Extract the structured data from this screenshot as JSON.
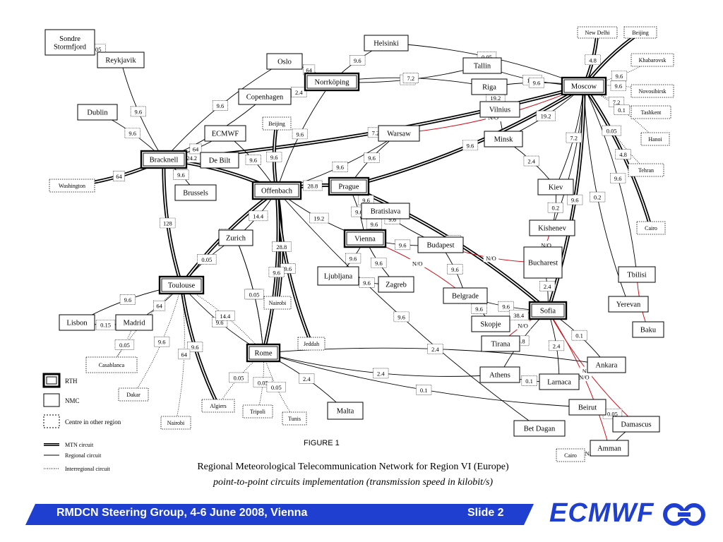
{
  "figure_label": "FIGURE 1",
  "caption": {
    "title": "Regional Meteorological Telecommunication Network for Region VI (Europe)",
    "subtitle": "point-to-point circuits implementation (transmission speed in kilobit/s)"
  },
  "footer": {
    "text": "RMDCN Steering Group, 4-6 June 2008, Vienna",
    "slide": "Slide 2",
    "brand": "ECMWF"
  },
  "legend": {
    "rth": "RTH",
    "nmc": "NMC",
    "other": "Centre in other region",
    "mtn": "MTN circuit",
    "regional": "Regional circuit",
    "interregional": "Interregional circuit"
  },
  "colors": {
    "no_link": "#d0101a",
    "footer": "#1f3fd0",
    "line": "#000000"
  },
  "nodes": [
    {
      "id": "sondre",
      "label": "Sondre\nStormfjord",
      "type": "nmc"
    },
    {
      "id": "reykjavik",
      "label": "Reykjavik",
      "type": "nmc"
    },
    {
      "id": "dublin",
      "label": "Dublin",
      "type": "nmc"
    },
    {
      "id": "washington",
      "label": "Washington",
      "type": "other"
    },
    {
      "id": "bracknell",
      "label": "Bracknell",
      "type": "rth"
    },
    {
      "id": "debilt",
      "label": "De Bilt",
      "type": "nmc"
    },
    {
      "id": "ecmwf",
      "label": "ECMWF",
      "type": "nmc"
    },
    {
      "id": "brussels",
      "label": "Brussels",
      "type": "nmc"
    },
    {
      "id": "oslo",
      "label": "Oslo",
      "type": "nmc"
    },
    {
      "id": "copenhagen",
      "label": "Copenhagen",
      "type": "nmc"
    },
    {
      "id": "norrkoping",
      "label": "Norrköping",
      "type": "rth"
    },
    {
      "id": "helsinki",
      "label": "Helsinki",
      "type": "nmc"
    },
    {
      "id": "beijing_left",
      "label": "Beijing",
      "type": "other"
    },
    {
      "id": "offenbach",
      "label": "Offenbach",
      "type": "rth"
    },
    {
      "id": "prague",
      "label": "Prague",
      "type": "rth"
    },
    {
      "id": "warsaw",
      "label": "Warsaw",
      "type": "nmc"
    },
    {
      "id": "tallin",
      "label": "Tallin",
      "type": "nmc"
    },
    {
      "id": "riga",
      "label": "Riga",
      "type": "nmc"
    },
    {
      "id": "vilnius",
      "label": "Vilnius",
      "type": "nmc"
    },
    {
      "id": "minsk",
      "label": "Minsk",
      "type": "nmc"
    },
    {
      "id": "moscow",
      "label": "Moscow",
      "type": "rth"
    },
    {
      "id": "kiev",
      "label": "Kiev",
      "type": "nmc"
    },
    {
      "id": "kishenev",
      "label": "Kishenev",
      "type": "nmc"
    },
    {
      "id": "bucharest",
      "label": "Bucharest",
      "type": "nmc"
    },
    {
      "id": "bratislava",
      "label": "Bratislava",
      "type": "nmc"
    },
    {
      "id": "vienna",
      "label": "Vienna",
      "type": "rth"
    },
    {
      "id": "budapest",
      "label": "Budapest",
      "type": "nmc"
    },
    {
      "id": "ljubljana",
      "label": "Ljubljana",
      "type": "nmc"
    },
    {
      "id": "zagreb",
      "label": "Zagreb",
      "type": "nmc"
    },
    {
      "id": "belgrade",
      "label": "Belgrade",
      "type": "nmc"
    },
    {
      "id": "sofia",
      "label": "Sofia",
      "type": "rth"
    },
    {
      "id": "skopje",
      "label": "Skopje",
      "type": "nmc"
    },
    {
      "id": "tirana",
      "label": "Tirana",
      "type": "nmc"
    },
    {
      "id": "zurich",
      "label": "Zurich",
      "type": "nmc"
    },
    {
      "id": "toulouse",
      "label": "Toulouse",
      "type": "rth"
    },
    {
      "id": "lisbon",
      "label": "Lisbon",
      "type": "nmc"
    },
    {
      "id": "madrid",
      "label": "Madrid",
      "type": "nmc"
    },
    {
      "id": "casablanca",
      "label": "Casablanca",
      "type": "other"
    },
    {
      "id": "dakar",
      "label": "Dakar",
      "type": "other"
    },
    {
      "id": "nairobi_bottom",
      "label": "Nairobi",
      "type": "other"
    },
    {
      "id": "algiers",
      "label": "Algiers",
      "type": "other"
    },
    {
      "id": "rome",
      "label": "Rome",
      "type": "rth"
    },
    {
      "id": "tripoli",
      "label": "Tripoli",
      "type": "other"
    },
    {
      "id": "tunis",
      "label": "Tunis",
      "type": "other"
    },
    {
      "id": "malta",
      "label": "Malta",
      "type": "nmc"
    },
    {
      "id": "nairobi_mid",
      "label": "Nairobi",
      "type": "other"
    },
    {
      "id": "jeddah",
      "label": "Jeddah",
      "type": "other"
    },
    {
      "id": "athens",
      "label": "Athens",
      "type": "nmc"
    },
    {
      "id": "larnaca",
      "label": "Larnaca",
      "type": "nmc"
    },
    {
      "id": "ankara",
      "label": "Ankara",
      "type": "nmc"
    },
    {
      "id": "beirut",
      "label": "Beirut",
      "type": "nmc"
    },
    {
      "id": "betdagan",
      "label": "Bet Dagan",
      "type": "nmc"
    },
    {
      "id": "damascus",
      "label": "Damascus",
      "type": "nmc"
    },
    {
      "id": "amman",
      "label": "Amman",
      "type": "nmc"
    },
    {
      "id": "cairo_bottom",
      "label": "Cairo",
      "type": "other"
    },
    {
      "id": "tbilisi",
      "label": "Tbilisi",
      "type": "nmc"
    },
    {
      "id": "yerevan",
      "label": "Yerevan",
      "type": "nmc"
    },
    {
      "id": "baku",
      "label": "Baku",
      "type": "nmc"
    },
    {
      "id": "newdelhi",
      "label": "New Delhi",
      "type": "other"
    },
    {
      "id": "beijing_top",
      "label": "Beijing",
      "type": "other"
    },
    {
      "id": "khabarovsk",
      "label": "Khabarovsk",
      "type": "other"
    },
    {
      "id": "novosibirsk",
      "label": "Novosibirsk",
      "type": "other"
    },
    {
      "id": "tashkent",
      "label": "Tashkent",
      "type": "other"
    },
    {
      "id": "hanoi",
      "label": "Hanoi",
      "type": "other"
    },
    {
      "id": "tehran",
      "label": "Tehran",
      "type": "other"
    },
    {
      "id": "cairo_right",
      "label": "Cairo",
      "type": "other"
    }
  ],
  "links": [
    {
      "from": "sondre",
      "to": "reykjavik",
      "kind": "regional",
      "speed": "0.05"
    },
    {
      "from": "reykjavik",
      "to": "bracknell",
      "kind": "regional",
      "speed": "9.6"
    },
    {
      "from": "dublin",
      "to": "bracknell",
      "kind": "regional",
      "speed": "9.6"
    },
    {
      "from": "washington",
      "to": "bracknell",
      "kind": "mtn",
      "speed": "64"
    },
    {
      "from": "bracknell",
      "to": "debilt",
      "kind": "regional",
      "speed": "24.2"
    },
    {
      "from": "bracknell",
      "to": "ecmwf",
      "kind": "regional",
      "speed": "64"
    },
    {
      "from": "bracknell",
      "to": "brussels",
      "kind": "regional",
      "speed": "9.6"
    },
    {
      "from": "bracknell",
      "to": "copenhagen",
      "kind": "regional",
      "speed": "9.6"
    },
    {
      "from": "bracknell",
      "to": "oslo",
      "kind": "regional",
      "speed": "9.6"
    },
    {
      "from": "bracknell",
      "to": "moscow",
      "kind": "mtn",
      "speed": "7.2"
    },
    {
      "from": "bracknell",
      "to": "offenbach",
      "kind": "mtn",
      "speed": ""
    },
    {
      "from": "bracknell",
      "to": "toulouse",
      "kind": "mtn",
      "speed": "128"
    },
    {
      "from": "oslo",
      "to": "norrkoping",
      "kind": "regional",
      "speed": "64"
    },
    {
      "from": "copenhagen",
      "to": "norrkoping",
      "kind": "regional",
      "speed": "2.4"
    },
    {
      "from": "norrkoping",
      "to": "helsinki",
      "kind": "regional",
      "speed": "9.6"
    },
    {
      "from": "norrkoping",
      "to": "tallin",
      "kind": "regional",
      "speed": "2.4"
    },
    {
      "from": "norrkoping",
      "to": "riga",
      "kind": "regional",
      "speed": "7.2"
    },
    {
      "from": "norrkoping",
      "to": "offenbach",
      "kind": "regional",
      "speed": "9.6"
    },
    {
      "from": "helsinki",
      "to": "moscow",
      "kind": "regional",
      "speed": "0.05"
    },
    {
      "from": "tallin",
      "to": "moscow",
      "kind": "regional",
      "speed": "19.2"
    },
    {
      "from": "riga",
      "to": "moscow",
      "kind": "regional",
      "speed": "9.6"
    },
    {
      "from": "vilnius",
      "to": "riga",
      "kind": "regional",
      "speed": "19.2"
    },
    {
      "from": "riga",
      "to": "minsk",
      "kind": "regional",
      "speed": "7.2"
    },
    {
      "from": "minsk",
      "to": "moscow",
      "kind": "regional",
      "speed": "19.2"
    },
    {
      "from": "minsk",
      "to": "kiev",
      "kind": "regional",
      "speed": "2.4"
    },
    {
      "from": "kiev",
      "to": "moscow",
      "kind": "regional",
      "speed": "7.2"
    },
    {
      "from": "kiev",
      "to": "kishenev",
      "kind": "regional",
      "speed": "0.2"
    },
    {
      "from": "warsaw",
      "to": "moscow",
      "kind": "no",
      "speed": "N/O"
    },
    {
      "from": "warsaw",
      "to": "offenbach",
      "kind": "regional",
      "speed": "9.6"
    },
    {
      "from": "warsaw",
      "to": "prague",
      "kind": "regional",
      "speed": "9.6"
    },
    {
      "from": "ecmwf",
      "to": "offenbach",
      "kind": "regional",
      "speed": "9.6"
    },
    {
      "from": "beijing_left",
      "to": "offenbach",
      "kind": "mtn",
      "speed": "9.6"
    },
    {
      "from": "offenbach",
      "to": "prague",
      "kind": "mtn",
      "speed": "28.8"
    },
    {
      "from": "prague",
      "to": "moscow",
      "kind": "mtn",
      "speed": "9.6"
    },
    {
      "from": "prague",
      "to": "sofia",
      "kind": "mtn",
      "speed": "9.6"
    },
    {
      "from": "prague",
      "to": "bratislava",
      "kind": "regional",
      "speed": "9.6"
    },
    {
      "from": "prague",
      "to": "vienna",
      "kind": "regional",
      "speed": "9.6"
    },
    {
      "from": "offenbach",
      "to": "vienna",
      "kind": "regional",
      "speed": "19.2"
    },
    {
      "from": "offenbach",
      "to": "zurich",
      "kind": "regional",
      "speed": "14.4"
    },
    {
      "from": "offenbach",
      "to": "toulouse",
      "kind": "mtn",
      "speed": "64"
    },
    {
      "from": "offenbach",
      "to": "nairobi_mid",
      "kind": "mtn",
      "speed": "28.8"
    },
    {
      "from": "offenbach",
      "to": "jeddah",
      "kind": "mtn",
      "speed": "9.6"
    },
    {
      "from": "offenbach",
      "to": "rome",
      "kind": "mtn",
      "speed": "9.6"
    },
    {
      "from": "offenbach",
      "to": "betdagan",
      "kind": "regional",
      "speed": "9.6"
    },
    {
      "from": "vienna",
      "to": "bratislava",
      "kind": "regional",
      "speed": "9.6"
    },
    {
      "from": "vienna",
      "to": "budapest",
      "kind": "regional",
      "speed": "9.6"
    },
    {
      "from": "vienna",
      "to": "ljubljana",
      "kind": "regional",
      "speed": "9.6"
    },
    {
      "from": "vienna",
      "to": "zagreb",
      "kind": "regional",
      "speed": "9.6"
    },
    {
      "from": "vienna",
      "to": "belgrade",
      "kind": "no",
      "speed": "N/O"
    },
    {
      "from": "ljubljana",
      "to": "zagreb",
      "kind": "regional",
      "speed": "9.6"
    },
    {
      "from": "budapest",
      "to": "belgrade",
      "kind": "regional",
      "speed": "9.6"
    },
    {
      "from": "budapest",
      "to": "bucharest",
      "kind": "no",
      "speed": "N/O"
    },
    {
      "from": "budapest",
      "to": "prague",
      "kind": "regional",
      "speed": "9.6"
    },
    {
      "from": "belgrade",
      "to": "sofia",
      "kind": "regional",
      "speed": "9.6"
    },
    {
      "from": "bucharest",
      "to": "sofia",
      "kind": "regional",
      "speed": "2.4"
    },
    {
      "from": "kishenev",
      "to": "bucharest",
      "kind": "no",
      "speed": "N/O"
    },
    {
      "from": "skopje",
      "to": "sofia",
      "kind": "regional",
      "speed": "38.4"
    },
    {
      "from": "skopje",
      "to": "belgrade",
      "kind": "regional",
      "speed": "9.6"
    },
    {
      "from": "tirana",
      "to": "sofia",
      "kind": "no",
      "speed": "N/O"
    },
    {
      "from": "sofia",
      "to": "moscow",
      "kind": "mtn",
      "speed": "9.6"
    },
    {
      "from": "sofia",
      "to": "larnaca",
      "kind": "regional",
      "speed": "2.4"
    },
    {
      "from": "sofia",
      "to": "athens",
      "kind": "regional",
      "speed": "4.8"
    },
    {
      "from": "sofia",
      "to": "ankara",
      "kind": "regional",
      "speed": "0.1"
    },
    {
      "from": "sofia",
      "to": "damascus",
      "kind": "no",
      "speed": "N/O"
    },
    {
      "from": "sofia",
      "to": "amman",
      "kind": "no",
      "speed": "N/O"
    },
    {
      "from": "athens",
      "to": "larnaca",
      "kind": "regional",
      "speed": "0.1"
    },
    {
      "from": "zurich",
      "to": "rome",
      "kind": "regional",
      "speed": "9.6"
    },
    {
      "from": "zurich",
      "to": "toulouse",
      "kind": "regional",
      "speed": "0.05"
    },
    {
      "from": "zurich",
      "to": "rome",
      "kind": "regional",
      "speed": "0.05"
    },
    {
      "from": "toulouse",
      "to": "lisbon",
      "kind": "regional",
      "speed": "9.6"
    },
    {
      "from": "toulouse",
      "to": "madrid",
      "kind": "regional",
      "speed": "64"
    },
    {
      "from": "toulouse",
      "to": "casablanca",
      "kind": "interregional",
      "speed": "64"
    },
    {
      "from": "toulouse",
      "to": "dakar",
      "kind": "interregional",
      "speed": "9.6"
    },
    {
      "from": "toulouse",
      "to": "algiers",
      "kind": "mtn",
      "speed": "9.6"
    },
    {
      "from": "toulouse",
      "to": "nairobi_bottom",
      "kind": "interregional",
      "speed": "64"
    },
    {
      "from": "toulouse",
      "to": "rome",
      "kind": "regional",
      "speed": "9.6"
    },
    {
      "from": "toulouse",
      "to": "rome",
      "kind": "interregional",
      "speed": "14.4"
    },
    {
      "from": "lisbon",
      "to": "madrid",
      "kind": "regional",
      "speed": "0.15"
    },
    {
      "from": "madrid",
      "to": "casablanca",
      "kind": "interregional",
      "speed": "0.05"
    },
    {
      "from": "rome",
      "to": "algiers",
      "kind": "interregional",
      "speed": "0.05"
    },
    {
      "from": "rome",
      "to": "tripoli",
      "kind": "interregional",
      "speed": "0.05"
    },
    {
      "from": "rome",
      "to": "tunis",
      "kind": "interregional",
      "speed": "0.05"
    },
    {
      "from": "rome",
      "to": "malta",
      "kind": "regional",
      "speed": "2.4"
    },
    {
      "from": "rome",
      "to": "athens",
      "kind": "regional",
      "speed": "2.4"
    },
    {
      "from": "rome",
      "to": "ankara",
      "kind": "regional",
      "speed": "2.4"
    },
    {
      "from": "rome",
      "to": "beirut",
      "kind": "regional",
      "speed": "0.1"
    },
    {
      "from": "beirut",
      "to": "damascus",
      "kind": "regional",
      "speed": "0.05"
    },
    {
      "from": "damascus",
      "to": "amman",
      "kind": "regional",
      "speed": ""
    },
    {
      "from": "amman",
      "to": "cairo_bottom",
      "kind": "no",
      "speed": "N/O"
    },
    {
      "from": "moscow",
      "to": "newdelhi",
      "kind": "mtn",
      "speed": "4.8"
    },
    {
      "from": "moscow",
      "to": "beijing_top",
      "kind": "mtn",
      "speed": ""
    },
    {
      "from": "moscow",
      "to": "khabarovsk",
      "kind": "interregional",
      "speed": "9.6"
    },
    {
      "from": "moscow",
      "to": "novosibirsk",
      "kind": "interregional",
      "speed": "9.6"
    },
    {
      "from": "moscow",
      "to": "tashkent",
      "kind": "interregional",
      "speed": "7.2"
    },
    {
      "from": "moscow",
      "to": "hanoi",
      "kind": "interregional",
      "speed": "0.1"
    },
    {
      "from": "moscow",
      "to": "tehran",
      "kind": "interregional",
      "speed": "0.05"
    },
    {
      "from": "moscow",
      "to": "cairo_right",
      "kind": "mtn",
      "speed": "4.8"
    },
    {
      "from": "moscow",
      "to": "yerevan",
      "kind": "regional",
      "speed": "0.2"
    },
    {
      "from": "moscow",
      "to": "tbilisi",
      "kind": "regional",
      "speed": "9.6"
    },
    {
      "from": "tbilisi",
      "to": "baku",
      "kind": "no",
      "speed": "N/O"
    },
    {
      "from": "moscow",
      "to": "kishenev",
      "kind": "regional",
      "speed": ""
    }
  ]
}
